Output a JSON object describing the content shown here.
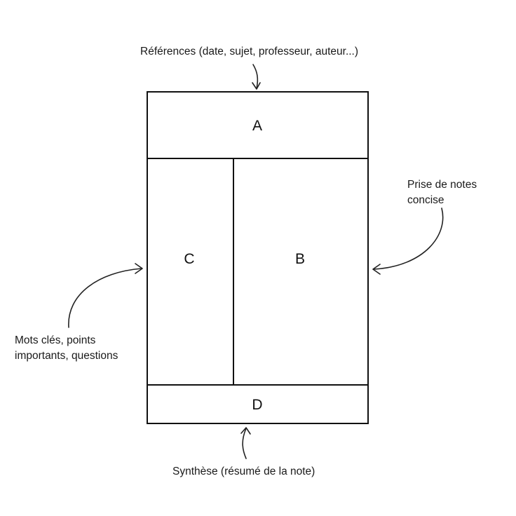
{
  "sections": {
    "a": {
      "letter": "A"
    },
    "b": {
      "letter": "B"
    },
    "c": {
      "letter": "C"
    },
    "d": {
      "letter": "D"
    }
  },
  "annotations": {
    "references": "Références (date, sujet, professeur, auteur...)",
    "notes_line1": "Prise de notes",
    "notes_line2": "concise",
    "keywords_line1": "Mots clés, points",
    "keywords_line2": "importants, questions",
    "synthesis": "Synthèse (résumé de la note)"
  }
}
